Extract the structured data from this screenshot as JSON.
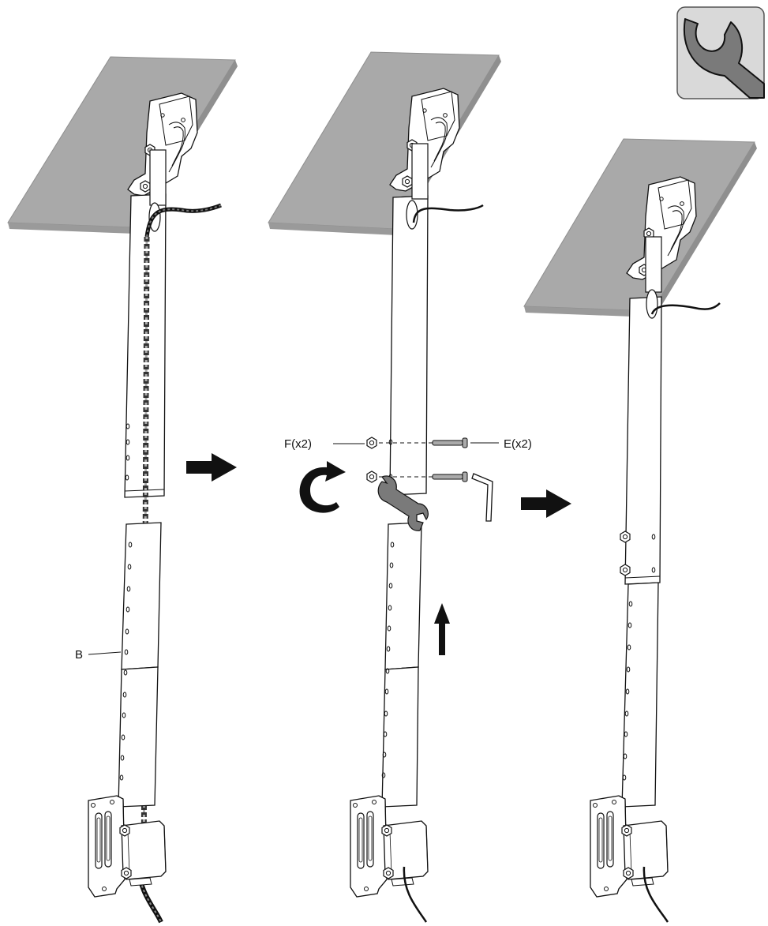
{
  "labels": {
    "part_b": "B",
    "part_f": "F(x2)",
    "part_e": "E(x2)"
  },
  "icons": {
    "tool_badge": "wrench-icon",
    "rotate": "rotate-arrow-icon",
    "step_arrow": "arrow-right-icon",
    "push_up": "arrow-up-icon"
  },
  "colors": {
    "panel": "#a9a9a9",
    "panel_edge": "#8f8f8f",
    "badge_bg": "#d9d9d9",
    "wrench": "#7a7a7a",
    "line": "#111111"
  }
}
